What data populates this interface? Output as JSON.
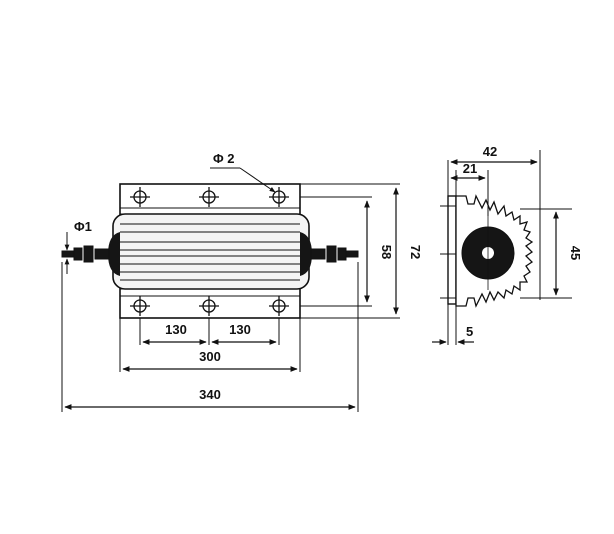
{
  "colors": {
    "ink": "#111111",
    "body_fill": "#f4f4f4",
    "core": "#151515",
    "paper": "#ffffff"
  },
  "front_view": {
    "labels": {
      "phi2": "Φ 2",
      "phi1": "Φ1",
      "dim_58": "58",
      "dim_72": "72",
      "dim_130_left": "130",
      "dim_130_right": "130",
      "dim_300": "300",
      "dim_340": "340"
    }
  },
  "side_view": {
    "labels": {
      "dim_42": "42",
      "dim_21": "21",
      "dim_45": "45",
      "dim_5": "5"
    }
  }
}
